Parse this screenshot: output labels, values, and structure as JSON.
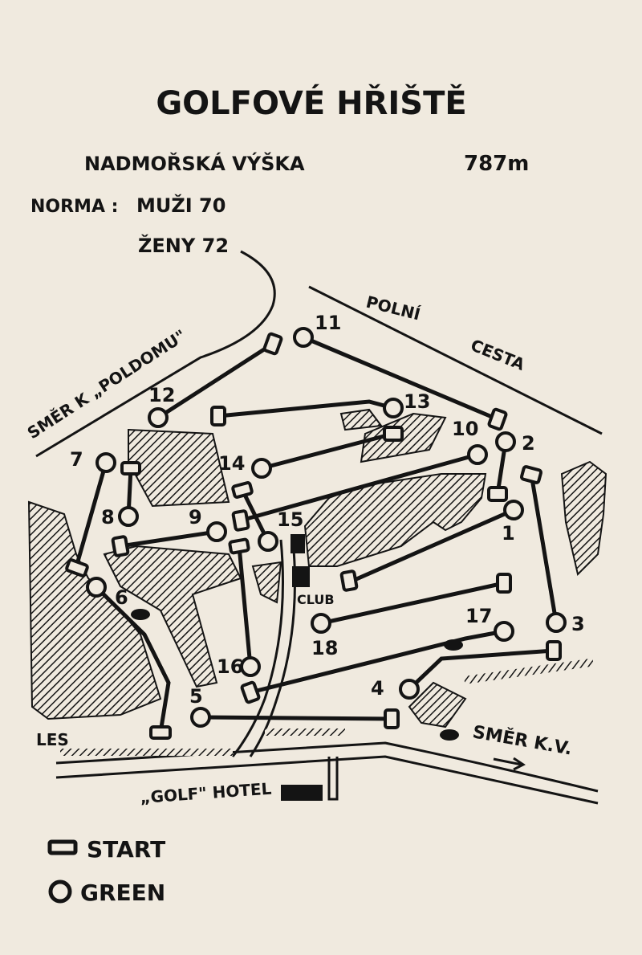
{
  "header": {
    "title": "GOLFOVÉ HŘIŠTĚ",
    "elevation_label": "NADMOŘSKÁ VÝŠKA",
    "elevation_value": "787m",
    "norma_label": "NORMA :",
    "norma_men": "MUŽI 70",
    "norma_women": "ŽENY 72"
  },
  "map_labels": {
    "road_field_1": "POLNÍ",
    "road_field_2": "CESTA",
    "direction_poldomu": "SMĚR K „POLDOMU\"",
    "club": "CLUB",
    "forest": "LES",
    "hotel": "„GOLF\" HOTEL",
    "direction_kv": "SMĚR K.V."
  },
  "holes": [
    "1",
    "2",
    "3",
    "4",
    "5",
    "6",
    "7",
    "8",
    "9",
    "10",
    "11",
    "12",
    "13",
    "14",
    "15",
    "16",
    "17",
    "18"
  ],
  "legend": {
    "start_label": "START",
    "green_label": "GREEN"
  },
  "colors": {
    "paper": "#f0eadf",
    "ink": "#141414"
  }
}
